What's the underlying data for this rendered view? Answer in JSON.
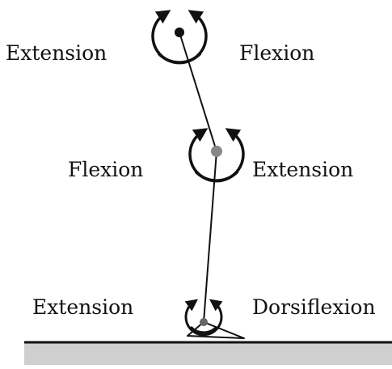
{
  "labels": {
    "hip_left": "Extension",
    "hip_right": "Flexion",
    "knee_left": "Flexion",
    "knee_right": "Extension",
    "ankle_left": "Extension",
    "ankle_right": "Dorsiflexion"
  },
  "joints": [
    "hip",
    "knee",
    "ankle"
  ],
  "colors": {
    "line": "#111111",
    "hip_joint": "#111111",
    "knee_joint": "#888888",
    "ankle_joint": "#666666",
    "ground_fill": "#cfcfcf",
    "ground_line": "#111111"
  }
}
